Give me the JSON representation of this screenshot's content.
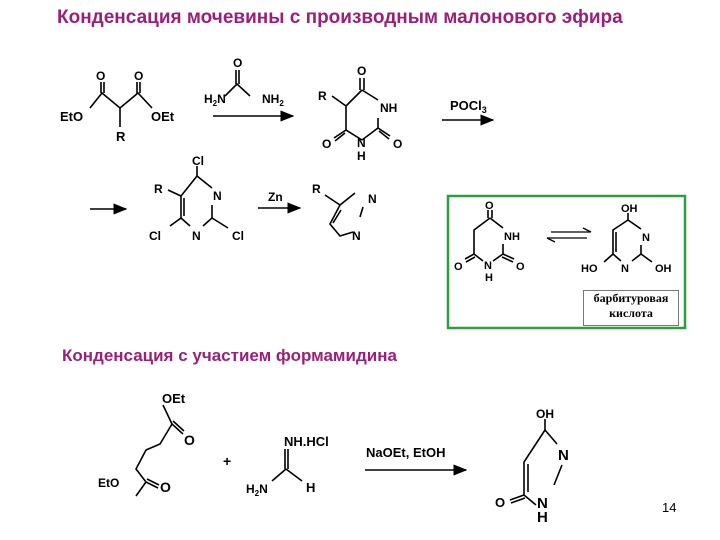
{
  "titles": {
    "main": "Конденсация мочевины с производным малонового эфира",
    "formamidine": "Конденсация с участием формамидина"
  },
  "page_number": "14",
  "labels": {
    "O": "O",
    "EtO": "EtO",
    "OEt": "OEt",
    "R": "R",
    "H2N": "H",
    "NH2": "NH",
    "sub2": "2",
    "NH": "NH",
    "N": "N",
    "H": "H",
    "Cl": "Cl",
    "OH": "OH",
    "HO": "HO",
    "POCl3": "POCl",
    "sub3": "3",
    "Zn": "Zn",
    "NHHCl": "NH.HCl",
    "plus": "+",
    "conditions": "NaOEt, EtOH"
  },
  "caption": {
    "line1": "барбитуровая",
    "line2": "кислота"
  },
  "colors": {
    "heading": "#9b1f7a",
    "frame": "#2e9e3e"
  }
}
